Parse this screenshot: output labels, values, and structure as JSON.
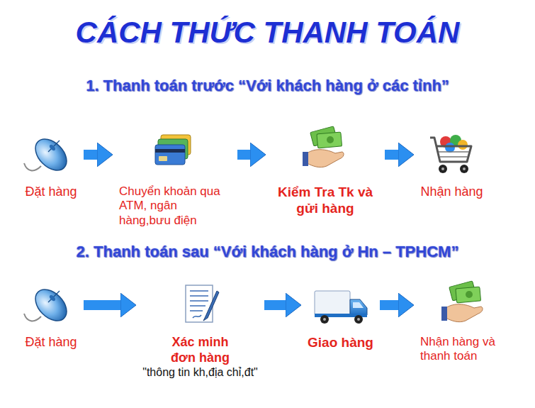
{
  "diagram": {
    "title": "CÁCH THỨC THANH TOÁN",
    "nodes": [
      {
        "text": [
          "Đặt hàng"
        ]
      },
      {
        "text": [
          "Chuyển khoản qua ATM, ngân hàng,bưu điện"
        ]
      },
      {
        "text": [
          "Kiểm Tra Tk và gửi hàng"
        ]
      },
      {
        "text": [
          "Nhận hàng"
        ]
      },
      {
        "text": [
          "Đặt hàng"
        ]
      },
      {
        "text": [
          "Xác minh đơn hàng",
          "\"thông tin kh,địa chỉ,đt\""
        ]
      },
      {
        "text": [
          "Giao hàng"
        ]
      },
      {
        "text": [
          "Nhận hàng và thanh toán"
        ]
      }
    ],
    "edges": [
      {
        "from": 0,
        "to": 1,
        "arrow": "to"
      },
      {
        "from": 1,
        "to": 2,
        "arrow": "to"
      },
      {
        "from": 2,
        "to": 3,
        "arrow": "to"
      },
      {
        "from": 4,
        "to": 5,
        "arrow": "to"
      },
      {
        "from": 5,
        "to": 6,
        "arrow": "to"
      },
      {
        "from": 6,
        "to": 7,
        "arrow": "to"
      }
    ],
    "labels": [
      "1. Thanh toán trước “Với khách hàng ở các tỉnh”",
      "2. Thanh toán sau “Với khách hàng ở Hn – TPHCM”"
    ]
  }
}
